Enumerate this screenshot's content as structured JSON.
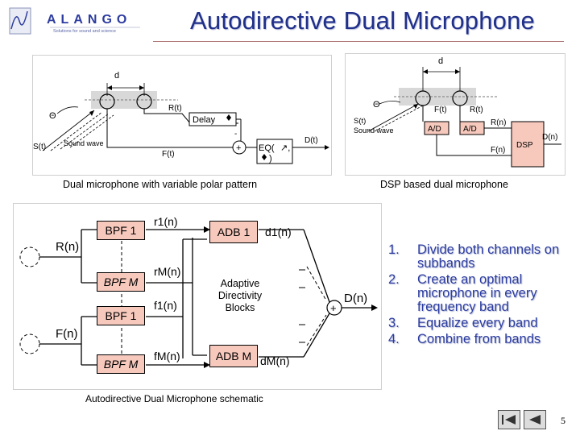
{
  "slide": {
    "title": "Autodirective Dual Microphone",
    "page_number": "5"
  },
  "logo": {
    "name": "ALANGO",
    "tagline": "Solutions for sound and science"
  },
  "top_left_diagram": {
    "caption": "Dual microphone with variable polar pattern",
    "labels": {
      "d": "d",
      "theta": "Θ",
      "s": "S(t)",
      "sound_wave": "Sound wave",
      "r": "R(t)",
      "f": "F(t)",
      "delay": "Delay",
      "eq_line1": "EQ(",
      "eq_line2": ")",
      "out": "D(t)",
      "plus": "+",
      "minus": "-"
    }
  },
  "top_right_diagram": {
    "caption": "DSP based dual microphone",
    "labels": {
      "d": "d",
      "theta": "Θ",
      "s": "S(t)",
      "sound_wave": "Sound wave",
      "f": "F(t)",
      "r": "R(t)",
      "ad1": "A/D",
      "ad2": "A/D",
      "rn": "R(n)",
      "fn": "F(n)",
      "dsp": "DSP",
      "dn": "D(n)"
    }
  },
  "schematic": {
    "caption": "Autodirective Dual Microphone schematic",
    "bpf1_top": "BPF 1",
    "bpfm_top": "BPF M",
    "bpf1_bot": "BPF 1",
    "bpfm_bot": "BPF M",
    "adb1": "ADB 1",
    "adbm": "ADB M",
    "adaptive": [
      "Adaptive",
      "Directivity",
      "Blocks"
    ],
    "r_n": "R(n)",
    "f_n": "F(n)",
    "r1n": "r1(n)",
    "rmn": "rM(n)",
    "f1n": "f1(n)",
    "fmn": "fM(n)",
    "d1n": "d1(n)",
    "dmn": "dM(n)",
    "dn": "D(n)",
    "plus": "+"
  },
  "steps": [
    {
      "num": "1.",
      "text": "Divide both channels on subbands"
    },
    {
      "num": "2.",
      "text": "Create an optimal microphone in every frequency band"
    },
    {
      "num": "3.",
      "text": "Equalize every band"
    },
    {
      "num": "4.",
      "text": "Combine from bands"
    }
  ],
  "colors": {
    "title": "#1f2f8a",
    "block_fill": "#f7c9bd",
    "list_text": "#2d3da0"
  }
}
